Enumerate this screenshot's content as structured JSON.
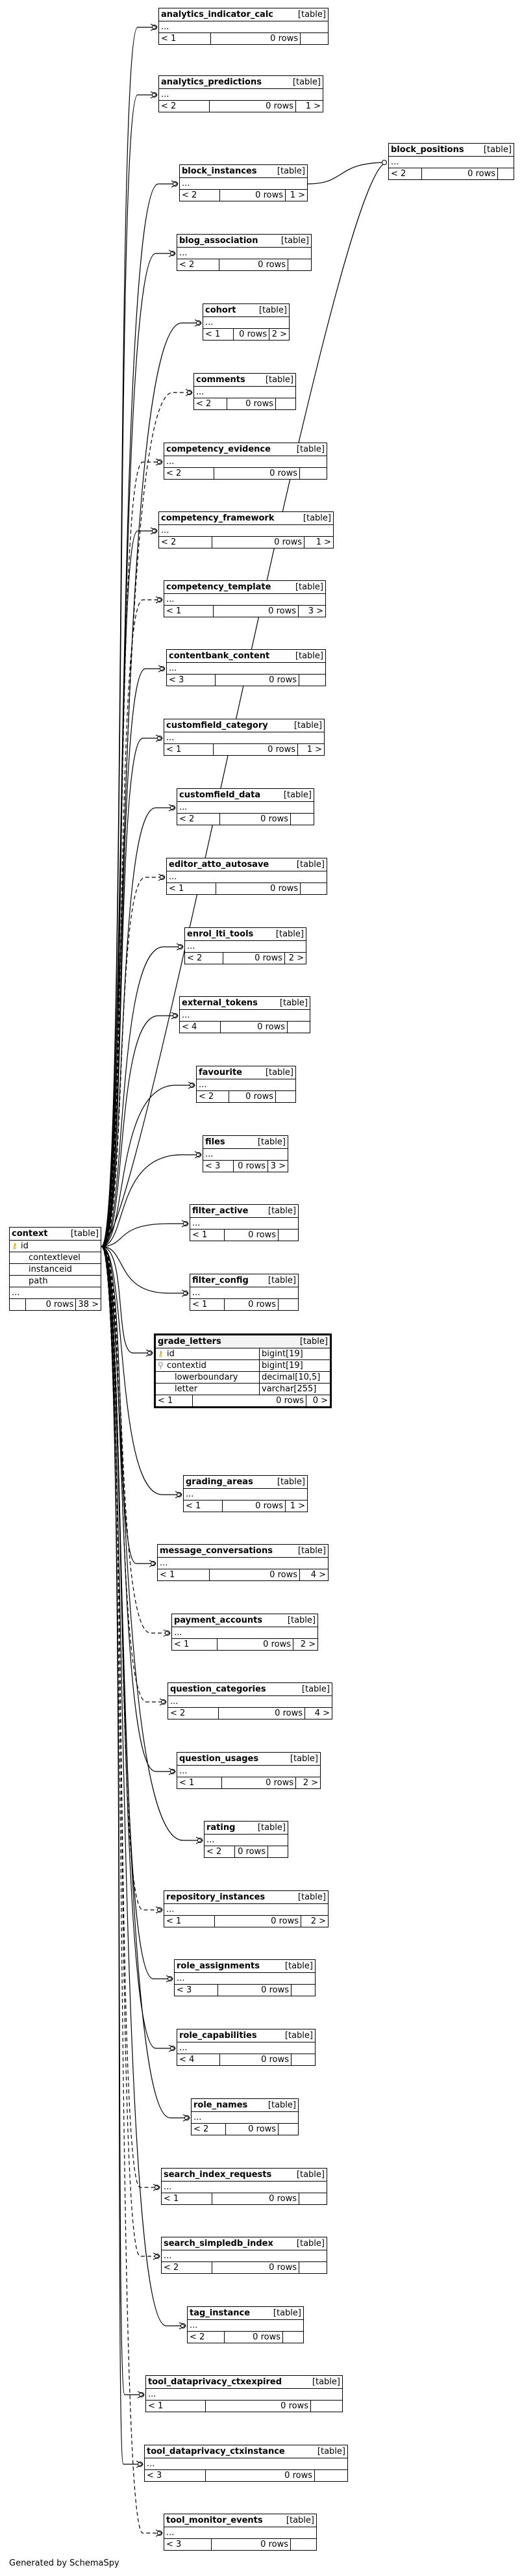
{
  "context": {
    "name": "context",
    "type": "[table]",
    "columns": [
      "id",
      "contextlevel",
      "instanceid",
      "path",
      "..."
    ],
    "rows": "0 rows",
    "children": "38 >"
  },
  "grade_letters": {
    "name": "grade_letters",
    "type": "[table]",
    "columns": [
      {
        "name": "id",
        "type": "bigint[19]",
        "key": true
      },
      {
        "name": "contextid",
        "type": "bigint[19]",
        "key": false
      },
      {
        "name": "lowerboundary",
        "type": "decimal[10,5]",
        "key": false
      },
      {
        "name": "letter",
        "type": "varchar[255]",
        "key": false
      }
    ],
    "parents": "< 1",
    "rows": "0 rows",
    "children": "0 >"
  },
  "block_positions": {
    "name": "block_positions",
    "type": "[table]",
    "ellipsis": "...",
    "parents": "< 2",
    "rows": "0 rows",
    "children": ""
  },
  "tables": [
    {
      "name": "analytics_indicator_calc",
      "type": "[table]",
      "ellipsis": "...",
      "parents": "< 1",
      "rows": "0 rows",
      "children": ""
    },
    {
      "name": "analytics_predictions",
      "type": "[table]",
      "ellipsis": "...",
      "parents": "< 2",
      "rows": "0 rows",
      "children": "1 >"
    },
    {
      "name": "block_instances",
      "type": "[table]",
      "ellipsis": "...",
      "parents": "< 2",
      "rows": "0 rows",
      "children": "1 >"
    },
    {
      "name": "blog_association",
      "type": "[table]",
      "ellipsis": "...",
      "parents": "< 2",
      "rows": "0 rows",
      "children": ""
    },
    {
      "name": "cohort",
      "type": "[table]",
      "ellipsis": "...",
      "parents": "< 1",
      "rows": "0 rows",
      "children": "2 >"
    },
    {
      "name": "comments",
      "type": "[table]",
      "ellipsis": "...",
      "parents": "< 2",
      "rows": "0 rows",
      "children": ""
    },
    {
      "name": "competency_evidence",
      "type": "[table]",
      "ellipsis": "...",
      "parents": "< 2",
      "rows": "0 rows",
      "children": ""
    },
    {
      "name": "competency_framework",
      "type": "[table]",
      "ellipsis": "...",
      "parents": "< 2",
      "rows": "0 rows",
      "children": "1 >"
    },
    {
      "name": "competency_template",
      "type": "[table]",
      "ellipsis": "...",
      "parents": "< 1",
      "rows": "0 rows",
      "children": "3 >"
    },
    {
      "name": "contentbank_content",
      "type": "[table]",
      "ellipsis": "...",
      "parents": "< 3",
      "rows": "0 rows",
      "children": ""
    },
    {
      "name": "customfield_category",
      "type": "[table]",
      "ellipsis": "...",
      "parents": "< 1",
      "rows": "0 rows",
      "children": "1 >"
    },
    {
      "name": "customfield_data",
      "type": "[table]",
      "ellipsis": "...",
      "parents": "< 2",
      "rows": "0 rows",
      "children": ""
    },
    {
      "name": "editor_atto_autosave",
      "type": "[table]",
      "ellipsis": "...",
      "parents": "< 1",
      "rows": "0 rows",
      "children": ""
    },
    {
      "name": "enrol_lti_tools",
      "type": "[table]",
      "ellipsis": "...",
      "parents": "< 2",
      "rows": "0 rows",
      "children": "2 >"
    },
    {
      "name": "external_tokens",
      "type": "[table]",
      "ellipsis": "...",
      "parents": "< 4",
      "rows": "0 rows",
      "children": ""
    },
    {
      "name": "favourite",
      "type": "[table]",
      "ellipsis": "...",
      "parents": "< 2",
      "rows": "0 rows",
      "children": ""
    },
    {
      "name": "files",
      "type": "[table]",
      "ellipsis": "...",
      "parents": "< 3",
      "rows": "0 rows",
      "children": "3 >"
    },
    {
      "name": "filter_active",
      "type": "[table]",
      "ellipsis": "...",
      "parents": "< 1",
      "rows": "0 rows",
      "children": ""
    },
    {
      "name": "filter_config",
      "type": "[table]",
      "ellipsis": "...",
      "parents": "< 1",
      "rows": "0 rows",
      "children": ""
    },
    {
      "name": "grading_areas",
      "type": "[table]",
      "ellipsis": "...",
      "parents": "< 1",
      "rows": "0 rows",
      "children": "1 >"
    },
    {
      "name": "message_conversations",
      "type": "[table]",
      "ellipsis": "...",
      "parents": "< 1",
      "rows": "0 rows",
      "children": "4 >"
    },
    {
      "name": "payment_accounts",
      "type": "[table]",
      "ellipsis": "...",
      "parents": "< 1",
      "rows": "0 rows",
      "children": "2 >"
    },
    {
      "name": "question_categories",
      "type": "[table]",
      "ellipsis": "...",
      "parents": "< 2",
      "rows": "0 rows",
      "children": "4 >"
    },
    {
      "name": "question_usages",
      "type": "[table]",
      "ellipsis": "...",
      "parents": "< 1",
      "rows": "0 rows",
      "children": "2 >"
    },
    {
      "name": "rating",
      "type": "[table]",
      "ellipsis": "...",
      "parents": "< 2",
      "rows": "0 rows",
      "children": ""
    },
    {
      "name": "repository_instances",
      "type": "[table]",
      "ellipsis": "...",
      "parents": "< 1",
      "rows": "0 rows",
      "children": "2 >"
    },
    {
      "name": "role_assignments",
      "type": "[table]",
      "ellipsis": "...",
      "parents": "< 3",
      "rows": "0 rows",
      "children": ""
    },
    {
      "name": "role_capabilities",
      "type": "[table]",
      "ellipsis": "...",
      "parents": "< 4",
      "rows": "0 rows",
      "children": ""
    },
    {
      "name": "role_names",
      "type": "[table]",
      "ellipsis": "...",
      "parents": "< 2",
      "rows": "0 rows",
      "children": ""
    },
    {
      "name": "search_index_requests",
      "type": "[table]",
      "ellipsis": "...",
      "parents": "< 1",
      "rows": "0 rows",
      "children": ""
    },
    {
      "name": "search_simpledb_index",
      "type": "[table]",
      "ellipsis": "...",
      "parents": "< 2",
      "rows": "0 rows",
      "children": ""
    },
    {
      "name": "tag_instance",
      "type": "[table]",
      "ellipsis": "...",
      "parents": "< 2",
      "rows": "0 rows",
      "children": ""
    },
    {
      "name": "tool_dataprivacy_ctxexpired",
      "type": "[table]",
      "ellipsis": "...",
      "parents": "< 1",
      "rows": "0 rows",
      "children": ""
    },
    {
      "name": "tool_dataprivacy_ctxinstance",
      "type": "[table]",
      "ellipsis": "...",
      "parents": "< 3",
      "rows": "0 rows",
      "children": ""
    },
    {
      "name": "tool_monitor_events",
      "type": "[table]",
      "ellipsis": "...",
      "parents": "< 3",
      "rows": "0 rows",
      "children": ""
    }
  ],
  "footer": "Generated by SchemaSpy"
}
